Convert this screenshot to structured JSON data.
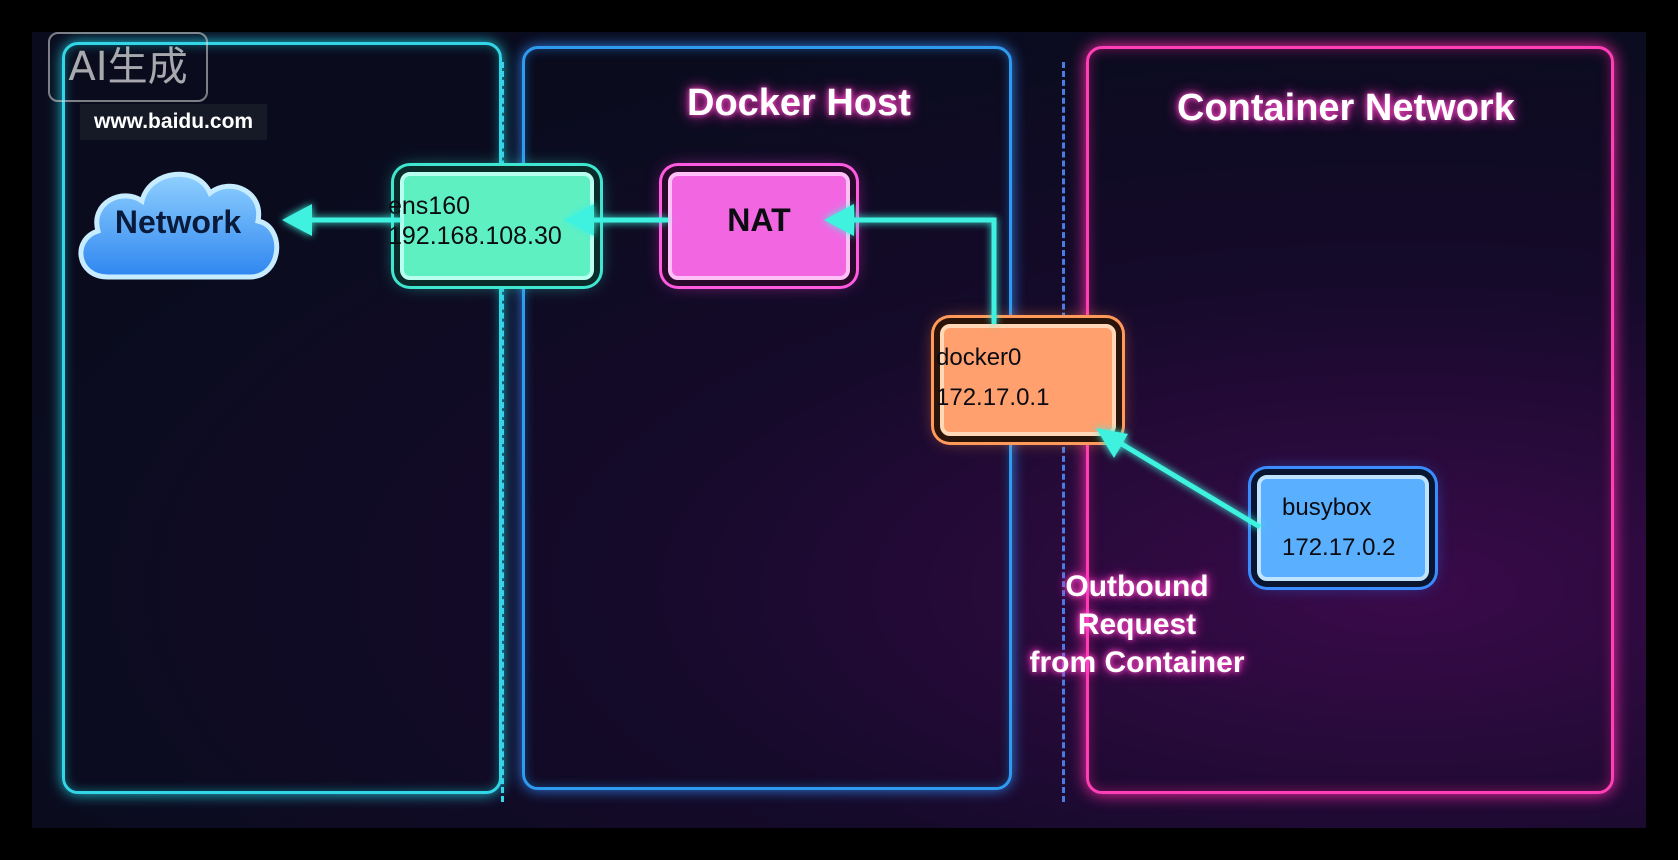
{
  "watermark": "AI生成",
  "url_label": "www.baidu.com",
  "sections": {
    "docker_host": "Docker Host",
    "container_network": "Container Network"
  },
  "nodes": {
    "network": {
      "label": "Network",
      "color": "#4aa8ff"
    },
    "ens160": {
      "name": "ens160",
      "ip": "192.168.108.30",
      "color": "#5ff0c2"
    },
    "nat": {
      "label": "NAT",
      "color": "#f266e2"
    },
    "docker0": {
      "name": "docker0",
      "ip": "172.17.0.1",
      "color": "#ffa06e"
    },
    "busybox": {
      "name": "busybox",
      "ip": "172.17.0.2",
      "color": "#5ab0ff"
    }
  },
  "annotation": {
    "line1": "Outbound",
    "line2": "Request",
    "line3": "from Container"
  },
  "colors": {
    "arrow": "#3ff2e0",
    "accent_pink": "#ff3fb8",
    "accent_blue": "#2f9bf0",
    "accent_cyan": "#33d6e6"
  }
}
